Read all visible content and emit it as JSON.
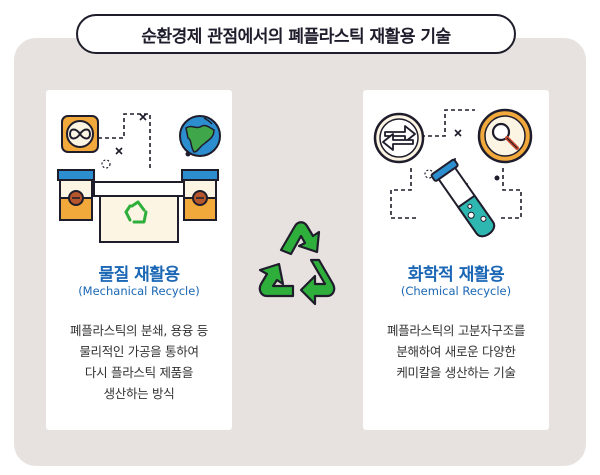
{
  "header": {
    "title": "순환경제 관점에서의 폐플라스틱 재활용 기술"
  },
  "colors": {
    "panel_bg": "#e7e2df",
    "navy": "#1f1d2b",
    "accent_blue": "#1b67b5",
    "recycle_green": "#2eae3a",
    "tile_orange": "#f2a93b",
    "tile_cream": "#fdf5e4",
    "globe_blue": "#2c8ecf",
    "globe_green": "#40a64a",
    "liquid_teal": "#2eb7b0"
  },
  "cards": [
    {
      "title": "물질 재활용",
      "subtitle": "(Mechanical Recycle)",
      "description_lines": [
        "폐플라스틱의 분쇄, 용융 등",
        "물리적인 가공을 통하여",
        "다시 플라스틱 제품을",
        "생산하는 방식"
      ],
      "icons": [
        "infinity-icon",
        "globe-icon",
        "recycle-box-icon",
        "container-icon"
      ]
    },
    {
      "title": "화학적 재활용",
      "subtitle": "(Chemical Recycle)",
      "description_lines": [
        "폐플라스틱의 고분자구조를",
        "분해하여 새로운 다양한",
        "케미칼을 생산하는 기술"
      ],
      "icons": [
        "exchange-arrows-icon",
        "magnifier-icon",
        "test-tube-icon"
      ]
    }
  ],
  "center": {
    "icon": "recycle-icon"
  }
}
